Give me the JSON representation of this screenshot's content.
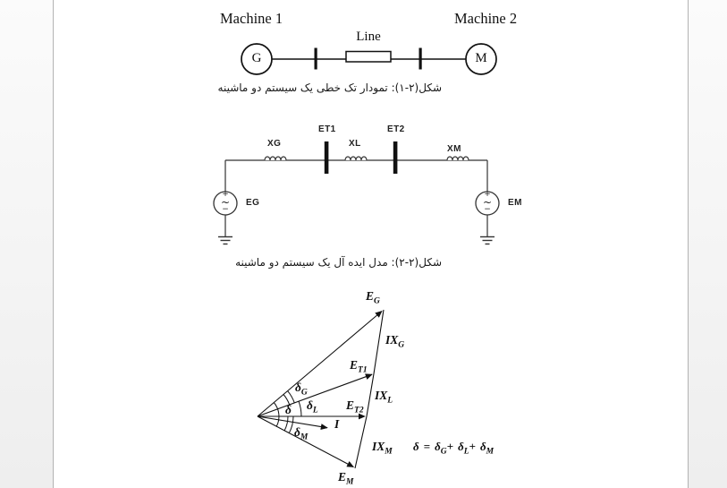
{
  "page": {
    "background": "#ffffff",
    "margin_color": "#f1f1f1",
    "border_color": "#b3b3b3",
    "ink_color": "#111111"
  },
  "figure1": {
    "machine1_label": "Machine 1",
    "machine2_label": "Machine 2",
    "generator_letter": "G",
    "motor_letter": "M",
    "line_label": "Line",
    "caption": "شکل(۲-۱): تمودار تک خطی یک سیستم دو ماشینه"
  },
  "figure2": {
    "labels": {
      "xg": "XG",
      "et1": "ET1",
      "xl": "XL",
      "et2": "ET2",
      "xm": "XM",
      "eg": "EG",
      "em": "EM"
    },
    "source_plus": "+",
    "source_wave": "~",
    "source_minus": "−",
    "caption": "شکل(۲-۲): مدل ایده آل یک سیستم دو ماشینه"
  },
  "figure3": {
    "vectors": {
      "eg": {
        "main": "E",
        "sub": "G"
      },
      "et1": {
        "main": "E",
        "sub": "T1"
      },
      "et2": {
        "main": "E",
        "sub": "T2"
      },
      "i": {
        "main": "I",
        "sub": ""
      },
      "em": {
        "main": "E",
        "sub": "M"
      }
    },
    "drops": {
      "ixg": {
        "main": "IX",
        "sub": "G"
      },
      "ixl": {
        "main": "IX",
        "sub": "L"
      },
      "ixm": {
        "main": "IX",
        "sub": "M"
      }
    },
    "angles": {
      "dg": {
        "main": "δ",
        "sub": "G"
      },
      "dl": {
        "main": "δ",
        "sub": "L"
      },
      "d": {
        "main": "δ",
        "sub": ""
      },
      "dm": {
        "main": "δ",
        "sub": "M"
      }
    },
    "equation": {
      "lhs": "δ",
      "equals": "=",
      "t1": "δ",
      "t1sub": "G",
      "plus1": "+",
      "t2": "δ",
      "t2sub": "L",
      "plus2": "+",
      "t3": "δ",
      "t3sub": "M"
    }
  }
}
